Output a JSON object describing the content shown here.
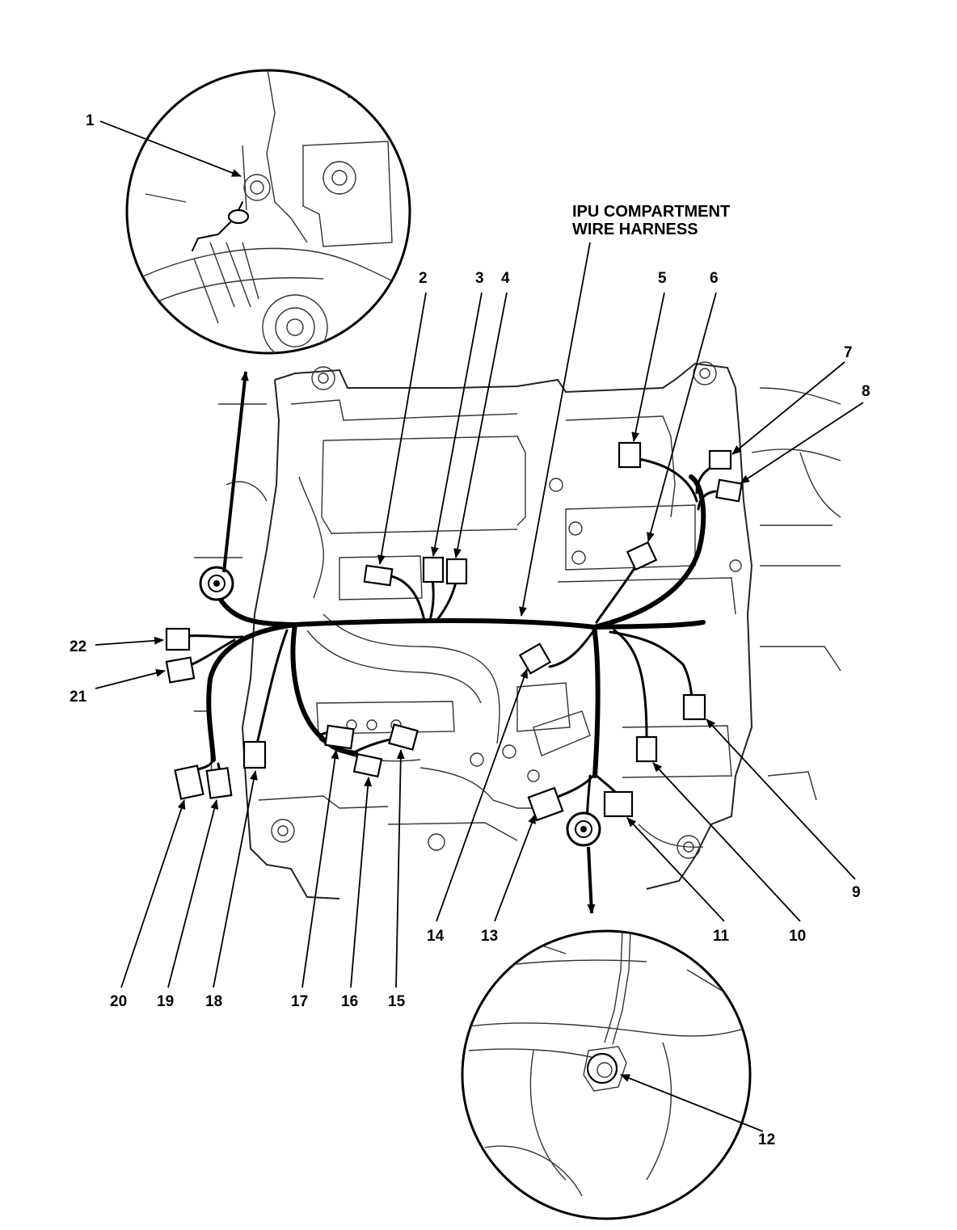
{
  "harness_label": {
    "line1": "IPU COMPARTMENT",
    "line2": "WIRE HARNESS"
  },
  "callouts": [
    "1",
    "2",
    "3",
    "4",
    "5",
    "6",
    "7",
    "8",
    "9",
    "10",
    "11",
    "12",
    "13",
    "14",
    "15",
    "16",
    "17",
    "18",
    "19",
    "20",
    "21",
    "22"
  ]
}
